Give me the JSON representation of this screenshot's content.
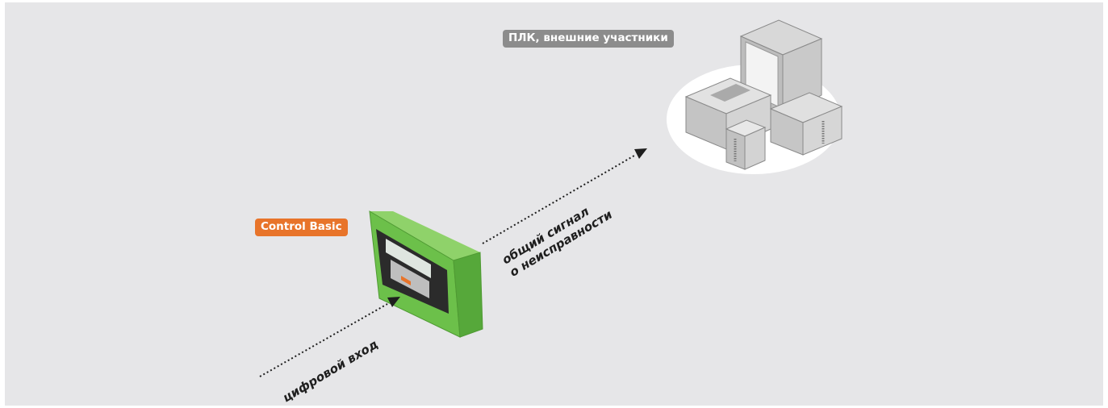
{
  "diagram": {
    "colors": {
      "background": "#e6e6e8",
      "device_body": "#6cc04a",
      "device_accent": "#e8742a",
      "plc_badge": "#8c8c8c",
      "arrow": "#1e1e1e"
    },
    "nodes": {
      "plc": {
        "label": "ПЛК, внешние участники",
        "icon": "plc-computer-icon"
      },
      "device": {
        "label": "Control Basic",
        "icon": "control-unit-icon"
      }
    },
    "edges": {
      "digital_input": {
        "label": "цифровой вход",
        "from": "external",
        "to": "Control Basic"
      },
      "fault_signal": {
        "label_line1": "общий сигнал",
        "label_line2": "о неисправности",
        "from": "Control Basic",
        "to": "ПЛК, внешние участники"
      }
    }
  }
}
